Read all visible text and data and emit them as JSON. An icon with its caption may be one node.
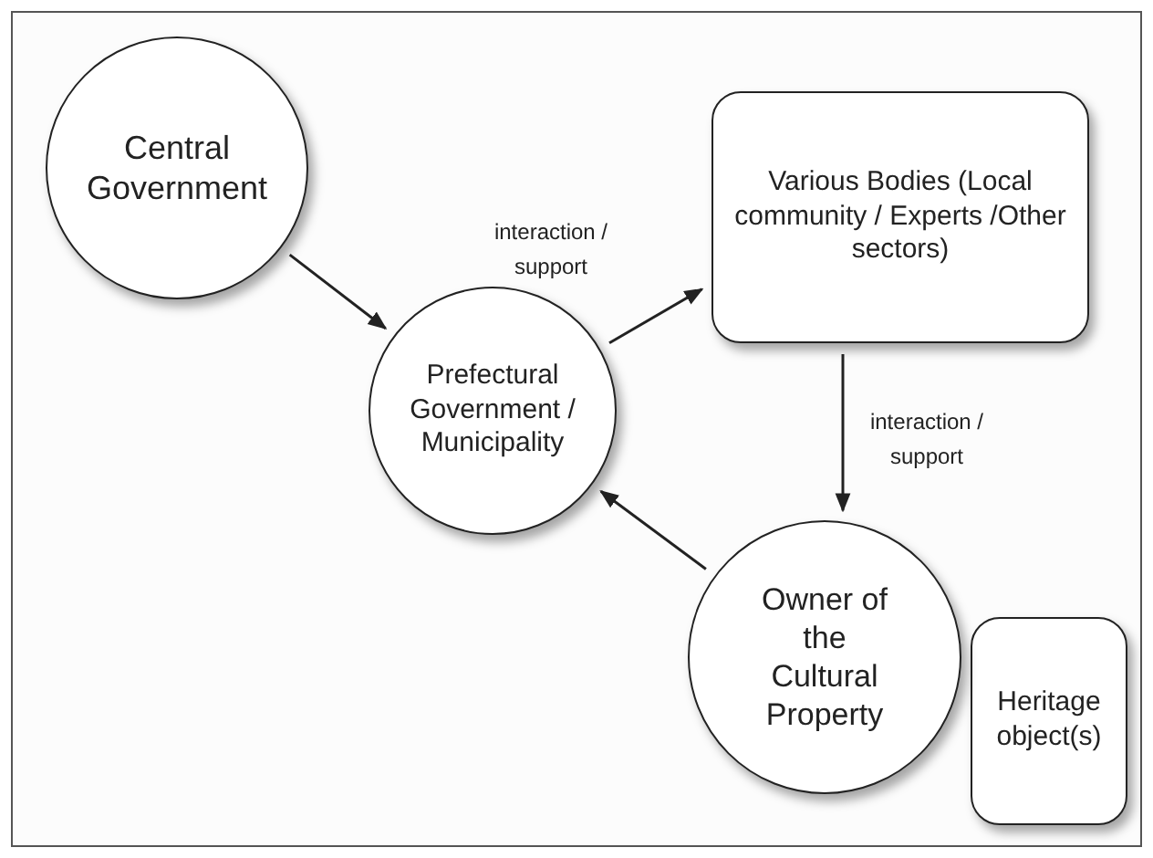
{
  "diagram": {
    "nodes": [
      {
        "text": [
          "Central Government"
        ]
      },
      {
        "text": [
          "Various Bodies (Local community / Experts /Other sectors)"
        ]
      },
      {
        "text": [
          "Prefectural Government / Municipality"
        ]
      },
      {
        "text": [
          "Owner of the Cultural Property"
        ]
      },
      {
        "text": [
          "Heritage object(s)"
        ]
      }
    ],
    "edges": [
      {
        "from": 0,
        "to": 2,
        "arrow": "to"
      },
      {
        "from": 2,
        "to": 1,
        "arrow": "to",
        "label": "interaction / support"
      },
      {
        "from": 1,
        "to": 3,
        "arrow": "to",
        "label": "interaction / support"
      },
      {
        "from": 3,
        "to": 2,
        "arrow": "to"
      }
    ]
  }
}
